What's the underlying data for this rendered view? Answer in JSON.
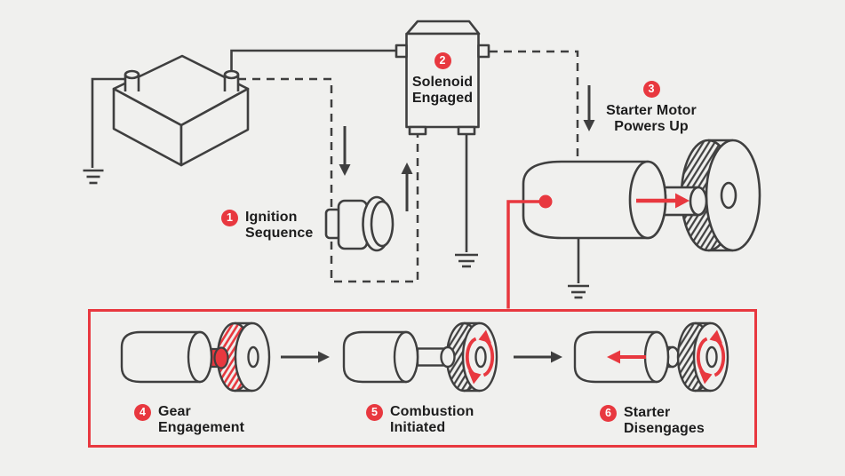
{
  "colors": {
    "background": "#f0f0ee",
    "line": "#3f3f3f",
    "accent_red": "#e8383f",
    "text": "#1d1d1d",
    "badge_text": "#ffffff"
  },
  "steps": [
    {
      "num": "1",
      "line1": "Ignition",
      "line2": "Sequence"
    },
    {
      "num": "2",
      "line1": "Solenoid",
      "line2": "Engaged"
    },
    {
      "num": "3",
      "line1": "Starter Motor",
      "line2": "Powers Up"
    },
    {
      "num": "4",
      "line1": "Gear",
      "line2": "Engagement"
    },
    {
      "num": "5",
      "line1": "Combustion",
      "line2": "Initiated"
    },
    {
      "num": "6",
      "line1": "Starter",
      "line2": "Disengages"
    }
  ],
  "components": [
    "battery",
    "ignition-switch",
    "solenoid",
    "starter-motor",
    "flywheel-gear",
    "ground-symbol",
    "circuit-wiring",
    "sequence-panel"
  ]
}
